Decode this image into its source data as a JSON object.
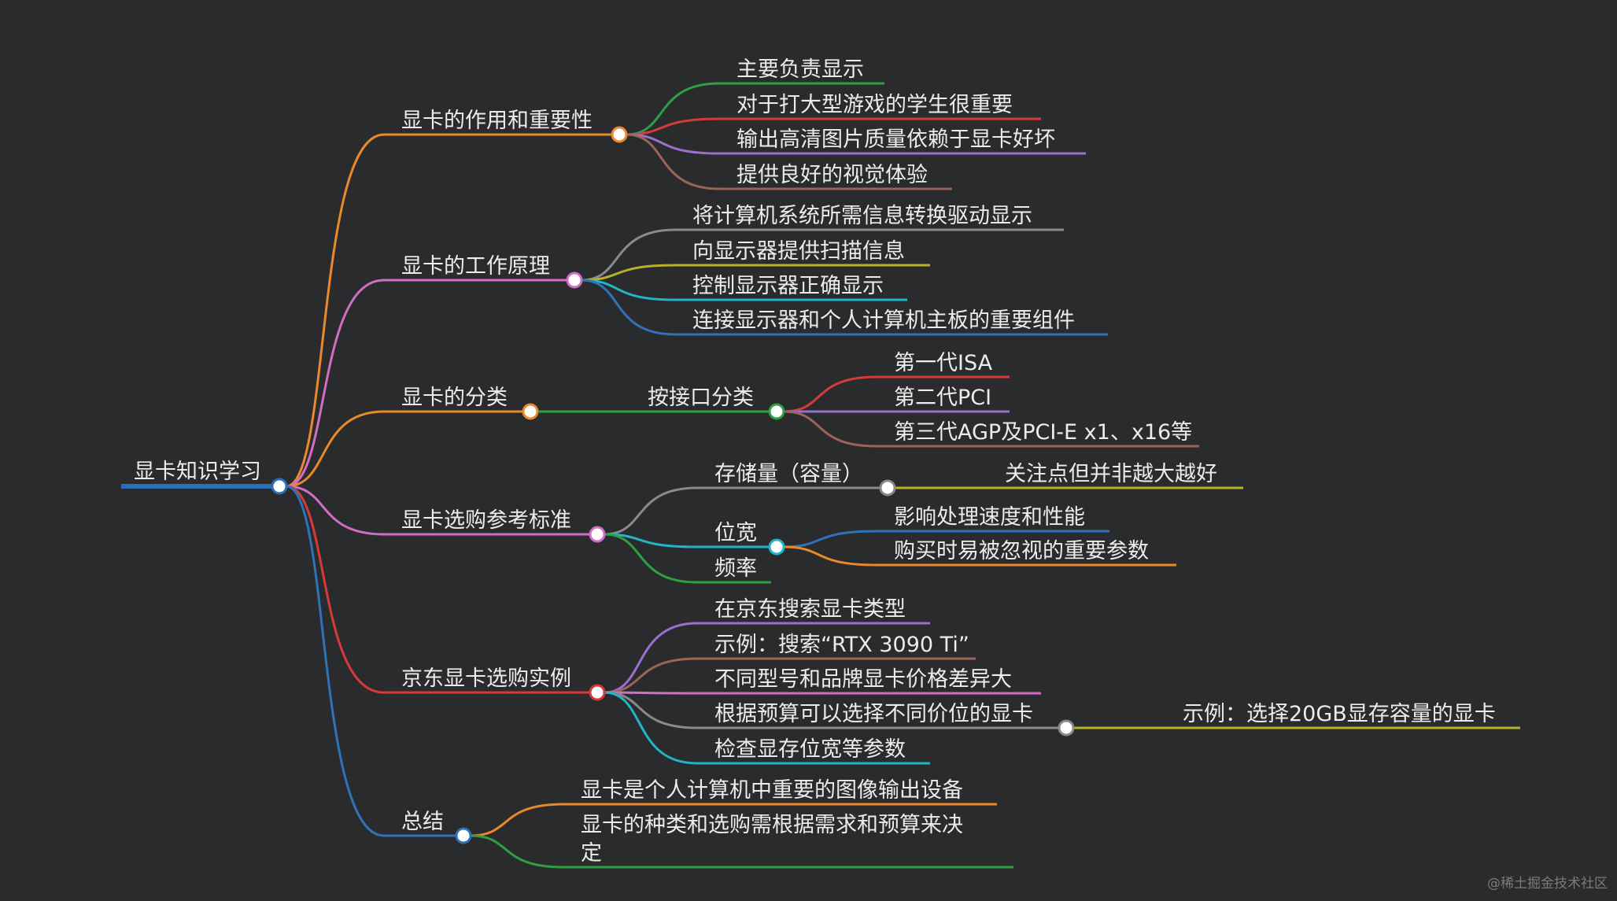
{
  "colors": {
    "background": "#2a2b2d",
    "root": "#2b6fb6",
    "orange": "#e8892a",
    "pink": "#d06ec4",
    "red": "#d63a3a",
    "blue": "#2f72b8",
    "green": "#2ea043",
    "purple": "#9b6fd0",
    "brown": "#9a6556",
    "gray": "#8a8a8a",
    "yellow": "#b8b02a",
    "cyan": "#22b5c8",
    "olive": "#b8b02a"
  },
  "watermark": "@稀土掘金技术社区",
  "root": {
    "id": "root",
    "label": "显卡知识学习",
    "color": "root"
  },
  "branches": [
    {
      "id": "b1",
      "label": "显卡的作用和重要性",
      "color": "orange",
      "children": [
        {
          "id": "b1c1",
          "label": "主要负责显示",
          "color": "green"
        },
        {
          "id": "b1c2",
          "label": "对于打大型游戏的学生很重要",
          "color": "red"
        },
        {
          "id": "b1c3",
          "label": "输出高清图片质量依赖于显卡好坏",
          "color": "purple"
        },
        {
          "id": "b1c4",
          "label": "提供良好的视觉体验",
          "color": "brown"
        }
      ]
    },
    {
      "id": "b2",
      "label": "显卡的工作原理",
      "color": "pink",
      "children": [
        {
          "id": "b2c1",
          "label": "将计算机系统所需信息转换驱动显示",
          "color": "gray"
        },
        {
          "id": "b2c2",
          "label": "向显示器提供扫描信息",
          "color": "yellow"
        },
        {
          "id": "b2c3",
          "label": "控制显示器正确显示",
          "color": "cyan"
        },
        {
          "id": "b2c4",
          "label": "连接显示器和个人计算机主板的重要组件",
          "color": "blue"
        }
      ]
    },
    {
      "id": "b3",
      "label": "显卡的分类",
      "color": "orange",
      "children": [
        {
          "id": "b3c1",
          "label": "按接口分类",
          "color": "green",
          "children": [
            {
              "id": "b3c1a",
              "label": "第一代ISA",
              "color": "red"
            },
            {
              "id": "b3c1b",
              "label": "第二代PCI",
              "color": "purple"
            },
            {
              "id": "b3c1c",
              "label": "第三代AGP及PCI-E x1、x16等",
              "color": "brown"
            }
          ]
        }
      ]
    },
    {
      "id": "b4",
      "label": "显卡选购参考标准",
      "color": "pink",
      "children": [
        {
          "id": "b4c1",
          "label": "存储量（容量）",
          "color": "gray",
          "children": [
            {
              "id": "b4c1a",
              "label": "关注点但并非越大越好",
              "color": "olive"
            }
          ]
        },
        {
          "id": "b4c2",
          "label": "位宽",
          "color": "cyan",
          "children": [
            {
              "id": "b4c2a",
              "label": "影响处理速度和性能",
              "color": "blue"
            },
            {
              "id": "b4c2b",
              "label": "购买时易被忽视的重要参数",
              "color": "orange"
            }
          ]
        },
        {
          "id": "b4c3",
          "label": "频率",
          "color": "green"
        }
      ]
    },
    {
      "id": "b5",
      "label": "京东显卡选购实例",
      "color": "red",
      "children": [
        {
          "id": "b5c1",
          "label": "在京东搜索显卡类型",
          "color": "purple"
        },
        {
          "id": "b5c2",
          "label": "示例：搜索“RTX 3090 Ti”",
          "color": "brown"
        },
        {
          "id": "b5c3",
          "label": "不同型号和品牌显卡价格差异大",
          "color": "pink"
        },
        {
          "id": "b5c4",
          "label": "根据预算可以选择不同价位的显卡",
          "color": "gray",
          "children": [
            {
              "id": "b5c4a",
              "label": "示例：选择20GB显存容量的显卡",
              "color": "olive"
            }
          ]
        },
        {
          "id": "b5c5",
          "label": "检查显存位宽等参数",
          "color": "cyan"
        }
      ]
    },
    {
      "id": "b6",
      "label": "总结",
      "color": "blue",
      "children": [
        {
          "id": "b6c1",
          "label": "显卡是个人计算机中重要的图像输出设备",
          "color": "orange"
        },
        {
          "id": "b6c2",
          "label": "显卡的种类和选购需根据需求和预算来决定",
          "color": "green"
        }
      ]
    }
  ]
}
